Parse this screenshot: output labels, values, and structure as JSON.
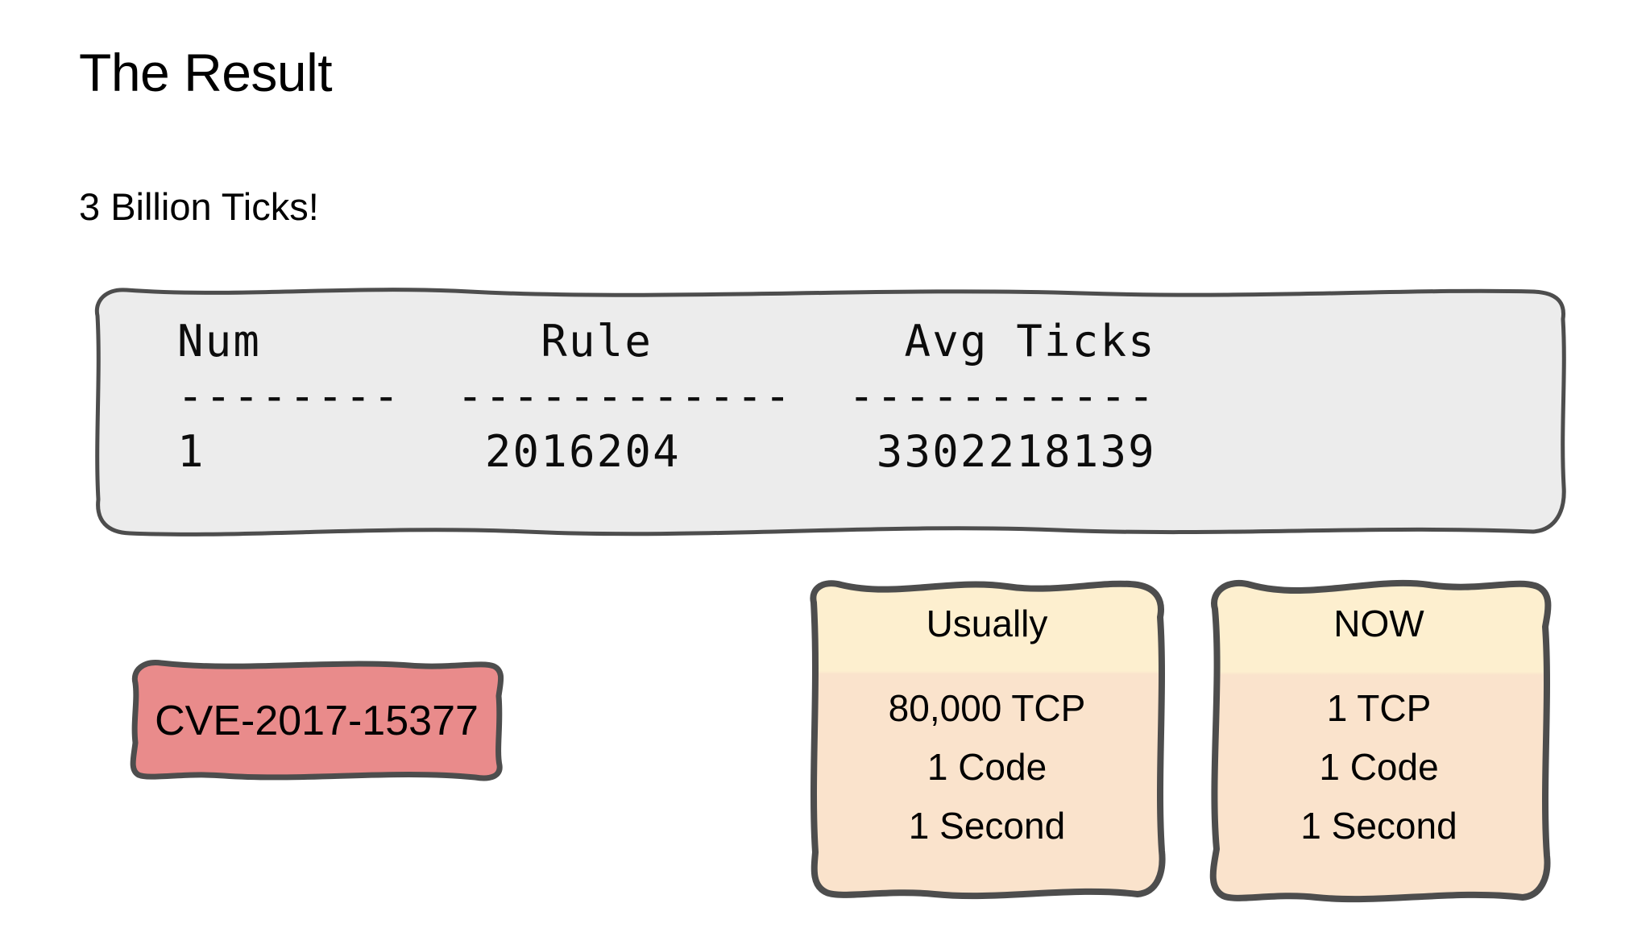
{
  "slide": {
    "title": "The Result",
    "subtitle": "3 Billion Ticks!"
  },
  "code_block": {
    "background_color": "#ececec",
    "border_color": "#4d4d4d",
    "header_line": "Num          Rule         Avg Ticks",
    "separator_line": "--------  ------------  -----------",
    "data_line": "1          2016204       3302218139",
    "columns": [
      "Num",
      "Rule",
      "Avg Ticks"
    ],
    "rows": [
      {
        "num": "1",
        "rule": "2016204",
        "avg_ticks": "3302218139"
      }
    ]
  },
  "cve_badge": {
    "label": "CVE-2017-15377",
    "fill_color": "#e98b8b",
    "border_color": "#4d4d4d"
  },
  "notes": [
    {
      "title": "Usually",
      "lines": [
        "80,000 TCP",
        "1 Code",
        "1 Second"
      ],
      "header_color": "#fdefcf",
      "body_color": "#fae3cc",
      "border_color": "#4d4d4d"
    },
    {
      "title": "NOW",
      "lines": [
        "1 TCP",
        "1 Code",
        "1 Second"
      ],
      "header_color": "#fdefcf",
      "body_color": "#fae3cc",
      "border_color": "#4d4d4d"
    }
  ]
}
